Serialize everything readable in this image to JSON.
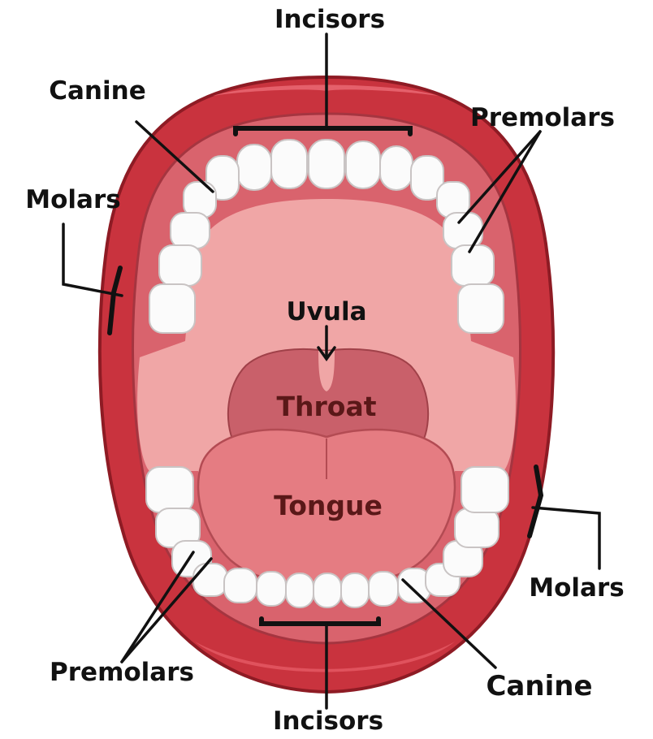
{
  "labels": {
    "incisors_top": "Incisors",
    "canine_top": "Canine",
    "premolars_top": "Premolars",
    "molars_left": "Molars",
    "uvula": "Uvula",
    "throat": "Throat",
    "tongue": "Tongue",
    "molars_right": "Molars",
    "premolars_bottom": "Premolars",
    "canine_bottom": "Canine",
    "incisors_bottom": "Incisors"
  },
  "colors": {
    "lip": "#c9333e",
    "lip_dark": "#8e1b24",
    "gum": "#d9636d",
    "mouth_interior": "#f0a6a6",
    "throat": "#c9606a",
    "tongue": "#e57c82",
    "tooth": "#fbfbfb"
  }
}
